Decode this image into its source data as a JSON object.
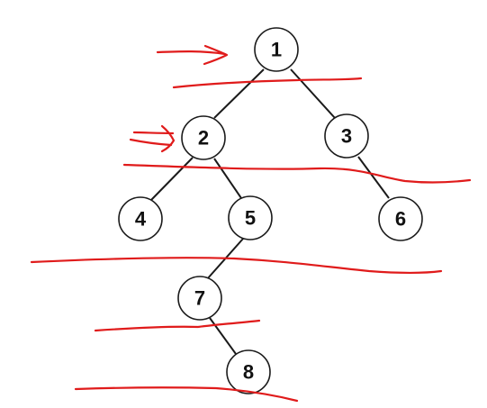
{
  "tree": {
    "nodes": [
      {
        "id": "n1",
        "label": "1"
      },
      {
        "id": "n2",
        "label": "2"
      },
      {
        "id": "n3",
        "label": "3"
      },
      {
        "id": "n4",
        "label": "4"
      },
      {
        "id": "n5",
        "label": "5"
      },
      {
        "id": "n6",
        "label": "6"
      },
      {
        "id": "n7",
        "label": "7"
      },
      {
        "id": "n8",
        "label": "8"
      }
    ],
    "edges": [
      {
        "from": "n1",
        "to": "n2"
      },
      {
        "from": "n1",
        "to": "n3"
      },
      {
        "from": "n2",
        "to": "n4"
      },
      {
        "from": "n2",
        "to": "n5"
      },
      {
        "from": "n3",
        "to": "n6"
      },
      {
        "from": "n5",
        "to": "n7"
      },
      {
        "from": "n7",
        "to": "n8"
      }
    ]
  },
  "annotations": {
    "ink_color": "#e01b1b",
    "level_separators": 5,
    "arrows": 2
  }
}
